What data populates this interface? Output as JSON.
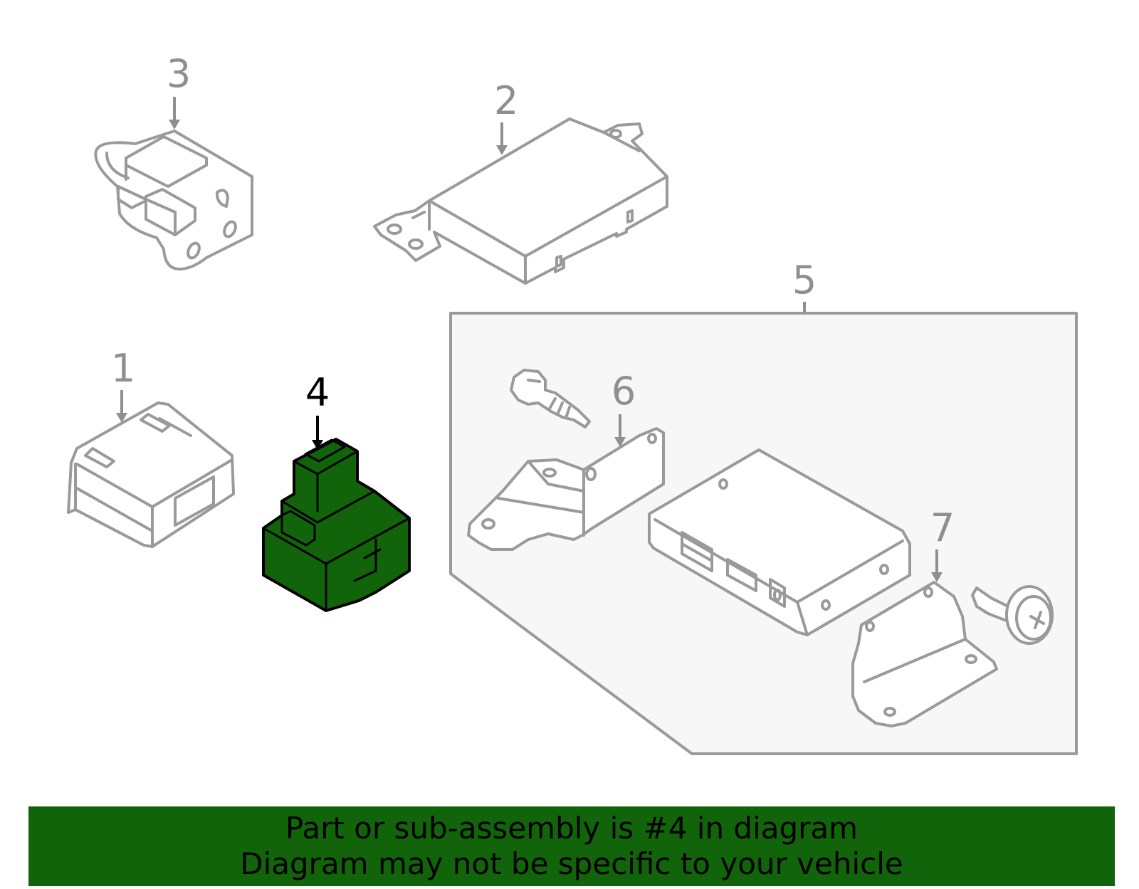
{
  "callouts": {
    "c1": "1",
    "c2": "2",
    "c3": "3",
    "c4": "4",
    "c5": "5",
    "c6": "6",
    "c7": "7"
  },
  "highlighted_part": "4",
  "colors": {
    "highlight_fill": "#12640a",
    "banner_fill": "#12640a",
    "part_stroke": "#9a9a9a",
    "callout_gray": "#8f8f8f",
    "subassembly_fill": "#f7f7f7"
  },
  "banner": {
    "line1": "Part or sub-assembly is #4 in diagram",
    "line2": "Diagram may not be specific to your vehicle"
  }
}
